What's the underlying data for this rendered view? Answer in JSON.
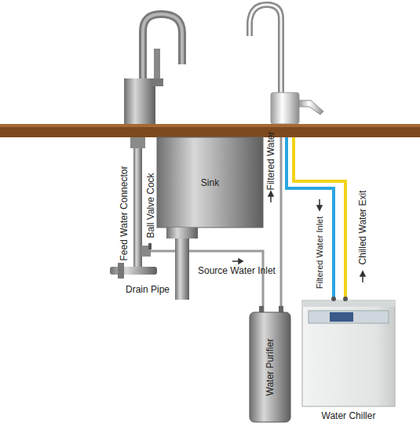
{
  "diagram": {
    "nodes": [
      {
        "text": [
          "Sink"
        ]
      },
      {
        "text": [
          "Water Purifier"
        ]
      },
      {
        "text": [
          "Water Chiller"
        ]
      }
    ],
    "labels": [
      "Feed Water Connector",
      "Ball Valve Cock",
      "Filtered Water",
      "Source Water Inlet",
      "Drain Pipe",
      "Filtered Water Inlet",
      "Chilled Water Exit"
    ]
  }
}
